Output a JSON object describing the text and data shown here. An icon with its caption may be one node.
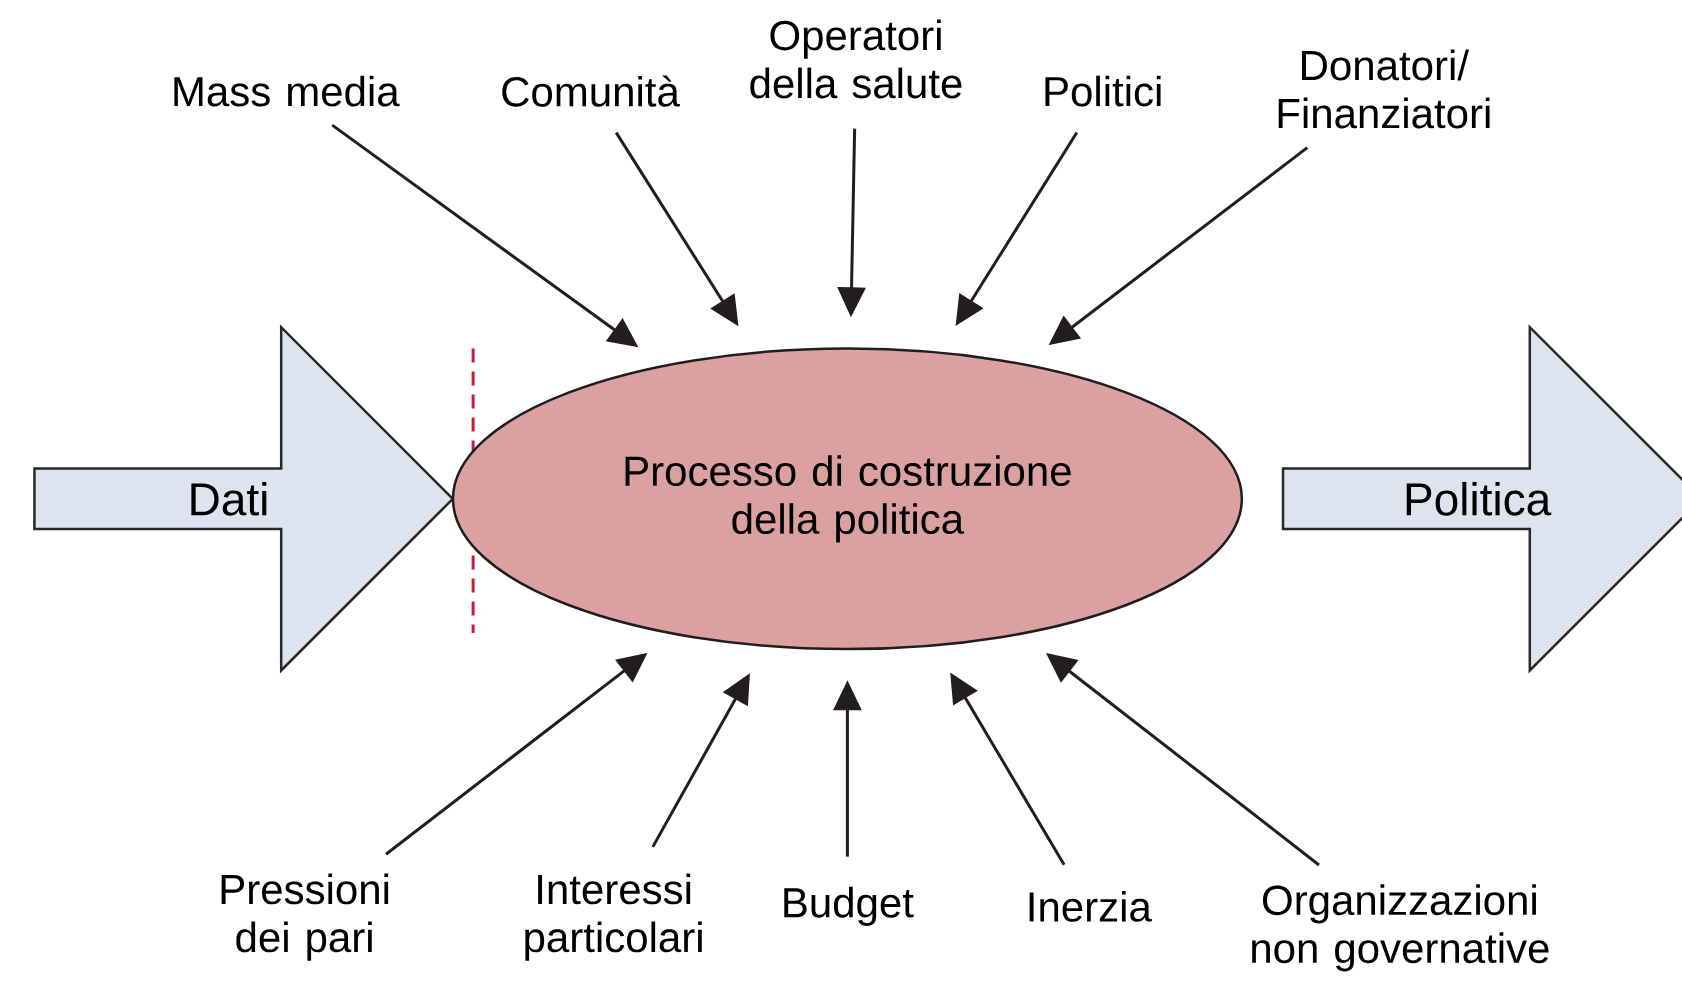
{
  "diagram": {
    "nodes": [
      {
        "text": [
          "Dati"
        ]
      },
      {
        "text": [
          "Processo di costruzione della politica"
        ]
      },
      {
        "text": [
          "Politica"
        ]
      },
      {
        "text": [
          "Mass media"
        ]
      },
      {
        "text": [
          "Comunità"
        ]
      },
      {
        "text": [
          "Operatori della salute"
        ]
      },
      {
        "text": [
          "Politici"
        ]
      },
      {
        "text": [
          "Donatori/ Finanziatori"
        ]
      },
      {
        "text": [
          "Pressioni dei pari"
        ]
      },
      {
        "text": [
          "Interessi particolari"
        ]
      },
      {
        "text": [
          "Budget"
        ]
      },
      {
        "text": [
          "Inerzia"
        ]
      },
      {
        "text": [
          "Organizzazioni non governative"
        ]
      }
    ],
    "edges": [
      {
        "from": 3,
        "to": 1,
        "arrow": "to"
      },
      {
        "from": 4,
        "to": 1,
        "arrow": "to"
      },
      {
        "from": 5,
        "to": 1,
        "arrow": "to"
      },
      {
        "from": 6,
        "to": 1,
        "arrow": "to"
      },
      {
        "from": 7,
        "to": 1,
        "arrow": "to"
      },
      {
        "from": 8,
        "to": 1,
        "arrow": "to"
      },
      {
        "from": 9,
        "to": 1,
        "arrow": "to"
      },
      {
        "from": 10,
        "to": 1,
        "arrow": "to"
      },
      {
        "from": 11,
        "to": 1,
        "arrow": "to"
      },
      {
        "from": 12,
        "to": 1,
        "arrow": "to"
      }
    ]
  }
}
